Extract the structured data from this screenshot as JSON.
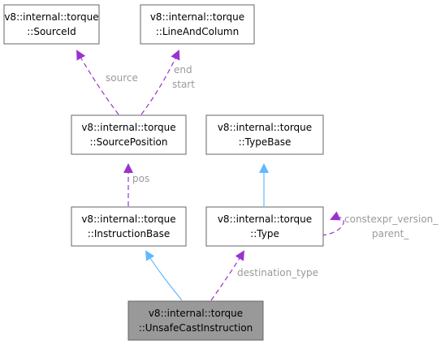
{
  "nodes": {
    "source_id": {
      "line1": "v8::internal::torque",
      "line2": "::SourceId"
    },
    "line_and_column": {
      "line1": "v8::internal::torque",
      "line2": "::LineAndColumn"
    },
    "source_position": {
      "line1": "v8::internal::torque",
      "line2": "::SourcePosition"
    },
    "type_base": {
      "line1": "v8::internal::torque",
      "line2": "::TypeBase"
    },
    "instruction_base": {
      "line1": "v8::internal::torque",
      "line2": "::InstructionBase"
    },
    "type": {
      "line1": "v8::internal::torque",
      "line2": "::Type"
    },
    "unsafe_cast_instruction": {
      "line1": "v8::internal::torque",
      "line2": "::UnsafeCastInstruction"
    }
  },
  "edge_labels": {
    "source": "source",
    "end": "end",
    "start": "start",
    "pos": "pos",
    "constexpr_line1": "constexpr_version_",
    "constexpr_line2": "parent_",
    "destination_type": "destination_type"
  },
  "colors": {
    "usage_edge": "#9a32cd",
    "inheritance_edge": "#63b8ff",
    "node_border": "#666666",
    "highlight_fill": "#999999"
  }
}
